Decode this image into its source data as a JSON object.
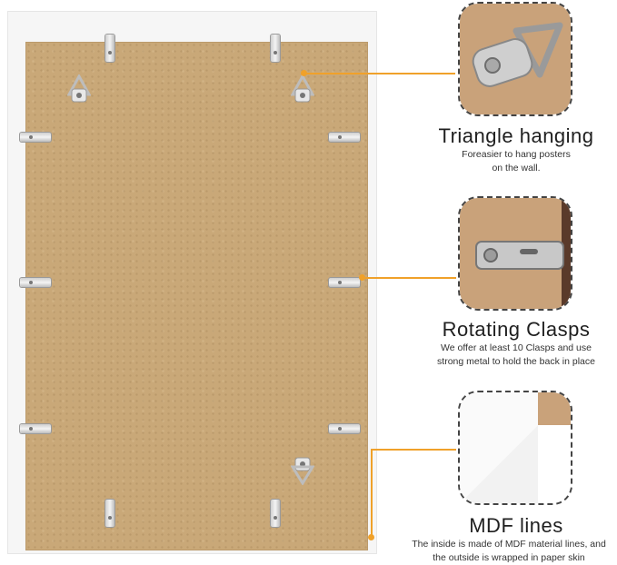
{
  "features": [
    {
      "title": "Triangle hanging",
      "desc_line1": "Foreasier to hang posters",
      "desc_line2": "on the wall.",
      "icon": "triangle-hanger-icon"
    },
    {
      "title": "Rotating Clasps",
      "desc_line1": "We offer at least 10 Clasps and use",
      "desc_line2": "strong metal to hold the back in place",
      "icon": "rotating-clasp-icon"
    },
    {
      "title": "MDF lines",
      "desc_line1": "The inside is made of MDF material lines, and",
      "desc_line2": "the outside is wrapped in paper skin",
      "icon": "mdf-corner-icon"
    }
  ],
  "colors": {
    "accent": "#f0a12a",
    "board": "#c9a878",
    "frame": "#f6f6f6"
  }
}
